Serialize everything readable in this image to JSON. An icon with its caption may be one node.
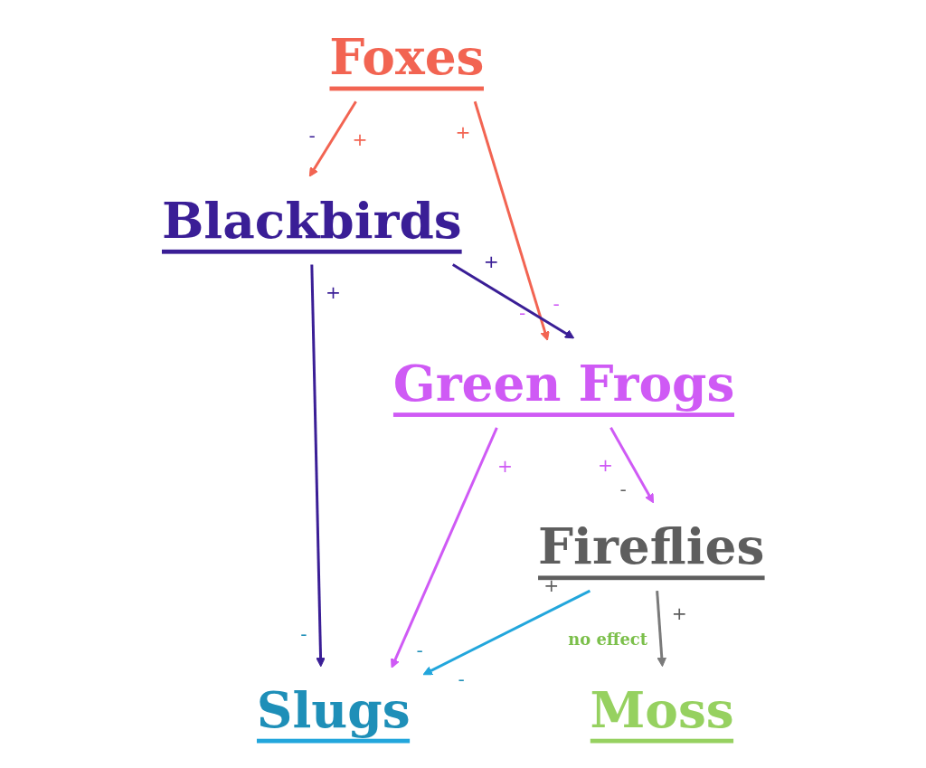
{
  "diagram": {
    "nodes": [
      {
        "text": [
          "Foxes"
        ],
        "beside": [
          "+",
          "+"
        ]
      },
      {
        "text": [
          "Blackbirds"
        ],
        "beside": [
          "-",
          "+",
          "+"
        ]
      },
      {
        "text": [
          "Green Frogs"
        ],
        "beside": [
          "-",
          "-",
          "+",
          "+"
        ]
      },
      {
        "text": [
          "Fireflies"
        ],
        "beside": [
          "-",
          "+",
          "+"
        ]
      },
      {
        "text": [
          "Slugs"
        ],
        "beside": [
          "-",
          "-",
          "-"
        ]
      },
      {
        "text": [
          "Moss"
        ],
        "beside": [
          "no effect"
        ]
      }
    ],
    "edges": [
      {
        "from": 0,
        "to": 1,
        "arrow": "to",
        "color": "#f26452"
      },
      {
        "from": 0,
        "to": 2,
        "arrow": "to",
        "color": "#f26452"
      },
      {
        "from": 1,
        "to": 2,
        "arrow": "to",
        "color": "#3a1e96"
      },
      {
        "from": 1,
        "to": 4,
        "arrow": "to",
        "color": "#3a1e96"
      },
      {
        "from": 2,
        "to": 3,
        "arrow": "to",
        "color": "#cf5af5"
      },
      {
        "from": 2,
        "to": 4,
        "arrow": "to",
        "color": "#cf5af5"
      },
      {
        "from": 3,
        "to": 4,
        "arrow": "to",
        "color": "#22a6dc"
      },
      {
        "from": 3,
        "to": 5,
        "arrow": "to",
        "color": "#7a7a7a"
      }
    ]
  }
}
